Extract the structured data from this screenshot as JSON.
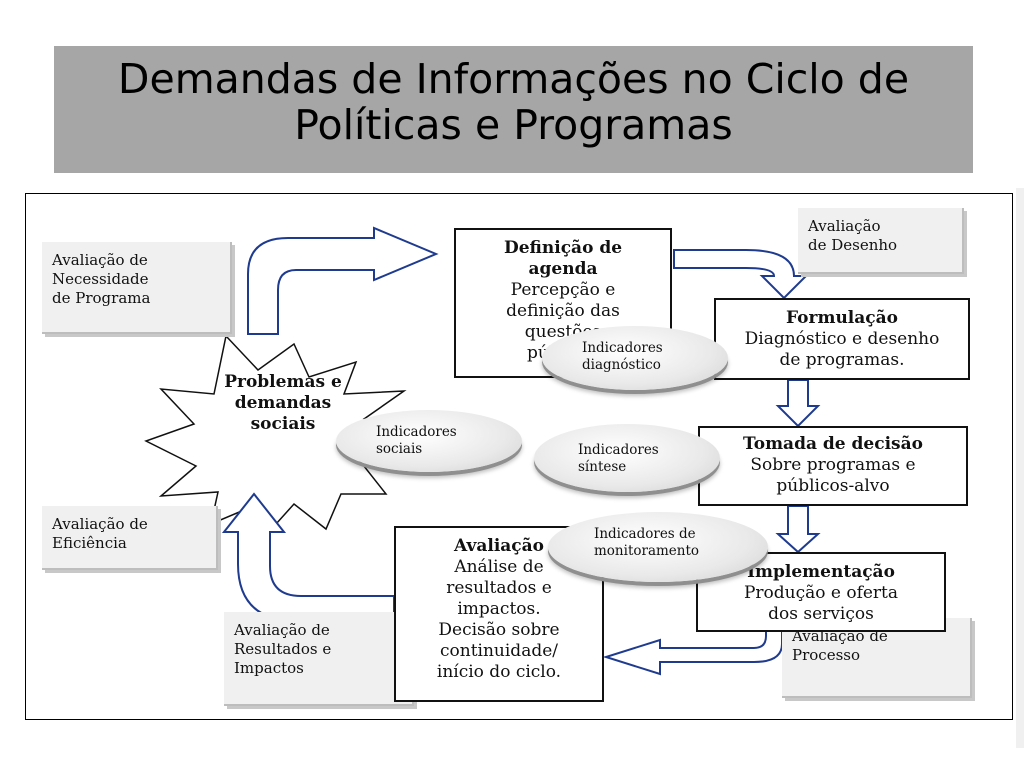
{
  "title": {
    "line1": "Demandas de Informações no Ciclo de",
    "line2": "Políticas e Programas"
  },
  "diagram": {
    "center": {
      "label": "Problemas e\ndemandas\nsociais"
    },
    "stages": {
      "agenda": {
        "heading": "Definição de\nagenda",
        "text": "Percepção e\ndefinição das\nquestões\npúblicas"
      },
      "formulacao": {
        "heading": "Formulação",
        "text": "Diagnóstico e desenho\nde programas."
      },
      "decisao": {
        "heading": "Tomada de decisão",
        "text": "Sobre programas e\npúblicos-alvo"
      },
      "implementacao": {
        "heading": "Implementação",
        "text": "Produção e oferta\ndos serviços"
      },
      "avaliacao": {
        "heading": "Avaliação",
        "text": "Análise de\nresultados e\nimpactos.\nDecisão sobre\ncontinuidade/\ninício do ciclo."
      }
    },
    "evaluations": {
      "necessidade": "Avaliação de\nNecessidade\nde Programa",
      "desenho": "Avaliação\nde Desenho",
      "eficiencia": "Avaliação de\nEficiência",
      "resultados": "Avaliação de\nResultados e\nImpactos",
      "processo": "Avaliação de\nProcesso"
    },
    "indicators": {
      "diagnostico": "Indicadores\ndiagnóstico",
      "sociais": "Indicadores\nsociais",
      "sintese": "Indicadores\nsíntese",
      "monitoramento": "Indicadores de\nmonitoramento"
    }
  },
  "colors": {
    "title_bg": "#a6a6a6",
    "arrow_stroke": "#1f3b8f",
    "eval_box_bg": "#f0f0f0"
  }
}
